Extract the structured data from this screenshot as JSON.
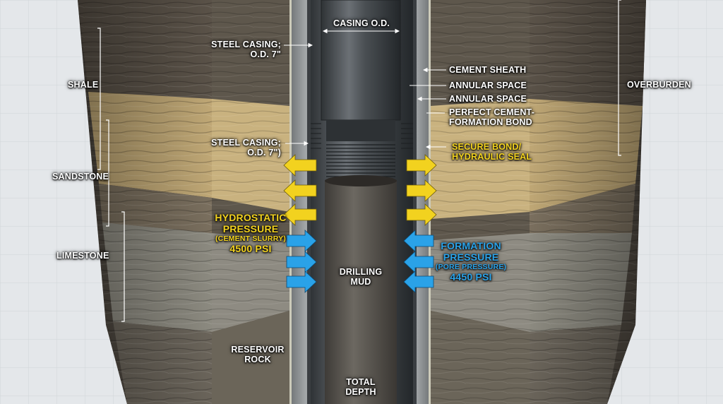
{
  "labels": {
    "casing_od": "CASING O.D.",
    "steel_casing_top": [
      "STEEL CASING;",
      "O.D. 7\""
    ],
    "steel_casing_bottom": [
      "STEEL CASING;",
      "O.D. 7\")"
    ],
    "cement_sheath": "CEMENT SHEATH",
    "annular_space_1": "ANNULAR SPACE",
    "annular_space_2": "ANNULAR SPACE",
    "perfect_bond": [
      "PERFECT CEMENT-",
      "FORMATION BOND"
    ],
    "secure_bond": [
      "SECURE BOND/",
      "HYDRAULIC SEAL"
    ],
    "shale": "SHALE",
    "sandstone": "SANDSTONE",
    "limestone": "LIMESTONE",
    "overburden": "OVERBURDEN",
    "hydrostatic": {
      "title": [
        "HYDROSTATIC",
        "PRESSURE"
      ],
      "sub": "(CEMENT SLURRY)",
      "value": "4500 PSI"
    },
    "formation": {
      "title": [
        "FORMATION",
        "PRESSURE"
      ],
      "sub": "(PORE PRESSURE)",
      "value": "4450 PSI"
    },
    "drilling_mud": [
      "DRILLING",
      "MUD"
    ],
    "reservoir_rock": [
      "RESERVOIR",
      "ROCK"
    ],
    "total_depth": [
      "TOTAL",
      "DEPTH"
    ]
  },
  "colors": {
    "hydrostatic_arrow": "#f2d21f",
    "formation_arrow": "#2aa2e8",
    "shale": "#5a5248",
    "sandstone": "#bfa775",
    "limestone": "#8c8a80",
    "cement": "#8e9294",
    "casing": "#4b5055",
    "mud": "#5d5a55"
  }
}
